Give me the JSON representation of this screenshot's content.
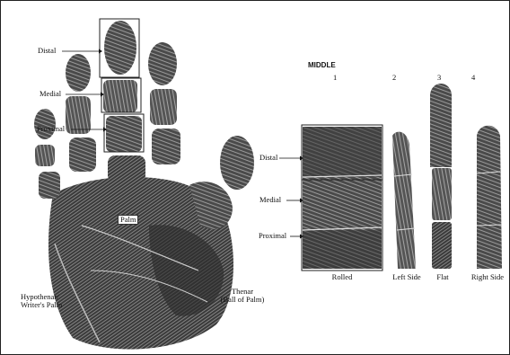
{
  "hand": {
    "labels": {
      "distal": "Distal",
      "medial": "Medial",
      "proximal": "Proximal",
      "palm": "Palm",
      "hypothenar_line1": "Hypothenar/",
      "hypothenar_line2": "Writer's Palm",
      "thenar_line1": "Thenar",
      "thenar_line2": "(Ball of Palm)"
    }
  },
  "finger": {
    "title": "MIDDLE",
    "labels": {
      "distal": "Distal",
      "medial": "Medial",
      "proximal": "Proximal"
    },
    "views": [
      {
        "number": "1",
        "caption": "Rolled"
      },
      {
        "number": "2",
        "caption": "Left Side"
      },
      {
        "number": "3",
        "caption": "Flat"
      },
      {
        "number": "4",
        "caption": "Right Side"
      }
    ]
  }
}
